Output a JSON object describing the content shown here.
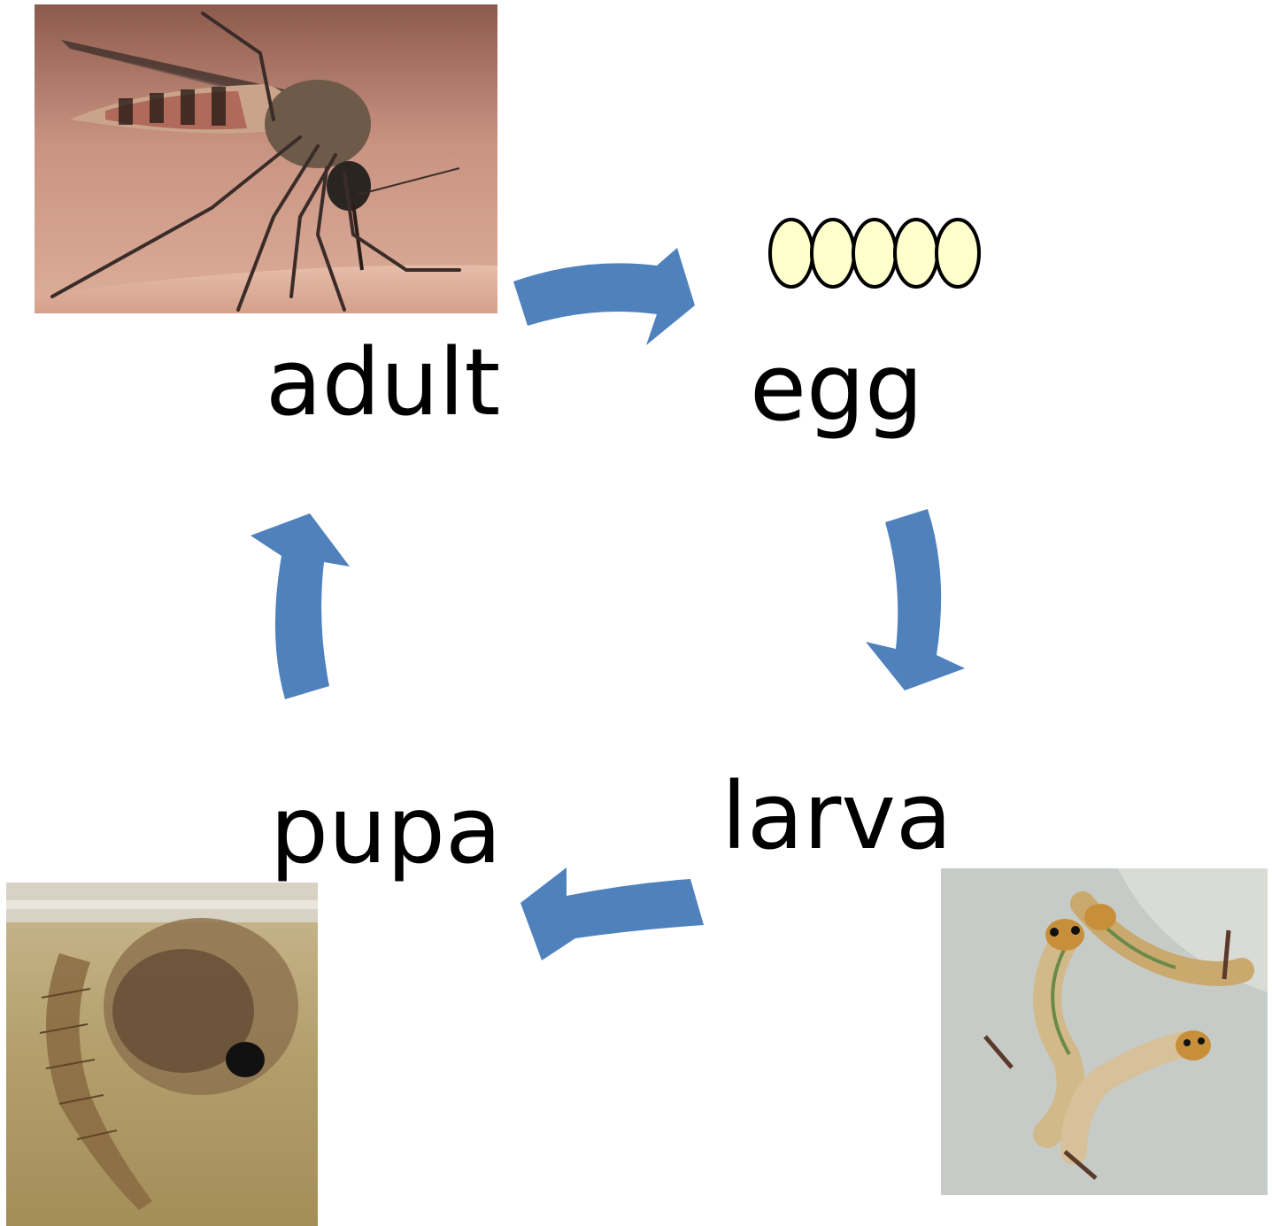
{
  "labels": {
    "adult": "adult",
    "egg": "egg",
    "larva": "larva",
    "pupa": "pupa"
  },
  "stages": [
    {
      "name": "adult",
      "photo": "mosquito-adult-photo"
    },
    {
      "name": "egg",
      "photo": "egg-row-drawing"
    },
    {
      "name": "larva",
      "photo": "mosquito-larva-photo"
    },
    {
      "name": "pupa",
      "photo": "mosquito-pupa-photo"
    }
  ],
  "colors": {
    "arrow": "#4f81bd",
    "egg_fill": "#ffffcc",
    "egg_stroke": "#000000",
    "text": "#000000"
  },
  "egg_count": 5
}
